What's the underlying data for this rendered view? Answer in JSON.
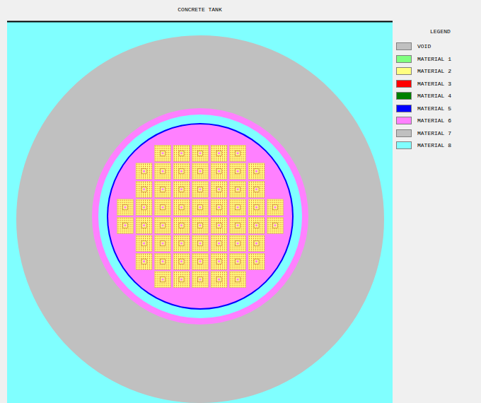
{
  "diagram": {
    "title": "CONCRETE TANK",
    "labels": [
      "LEGEND"
    ],
    "legend": [
      {
        "text": "VOID",
        "color": "#c0c0c0"
      },
      {
        "text": "MATERIAL 1",
        "color": "#80ff80"
      },
      {
        "text": "MATERIAL 2",
        "color": "#ffff80"
      },
      {
        "text": "MATERIAL 3",
        "color": "#ff0000"
      },
      {
        "text": "MATERIAL 4",
        "color": "#008000"
      },
      {
        "text": "MATERIAL 5",
        "color": "#0000ff"
      },
      {
        "text": "MATERIAL 6",
        "color": "#ff80ff"
      },
      {
        "text": "MATERIAL 7",
        "color": "#c0c0c0"
      },
      {
        "text": "MATERIAL 8",
        "color": "#80ffff"
      }
    ]
  }
}
